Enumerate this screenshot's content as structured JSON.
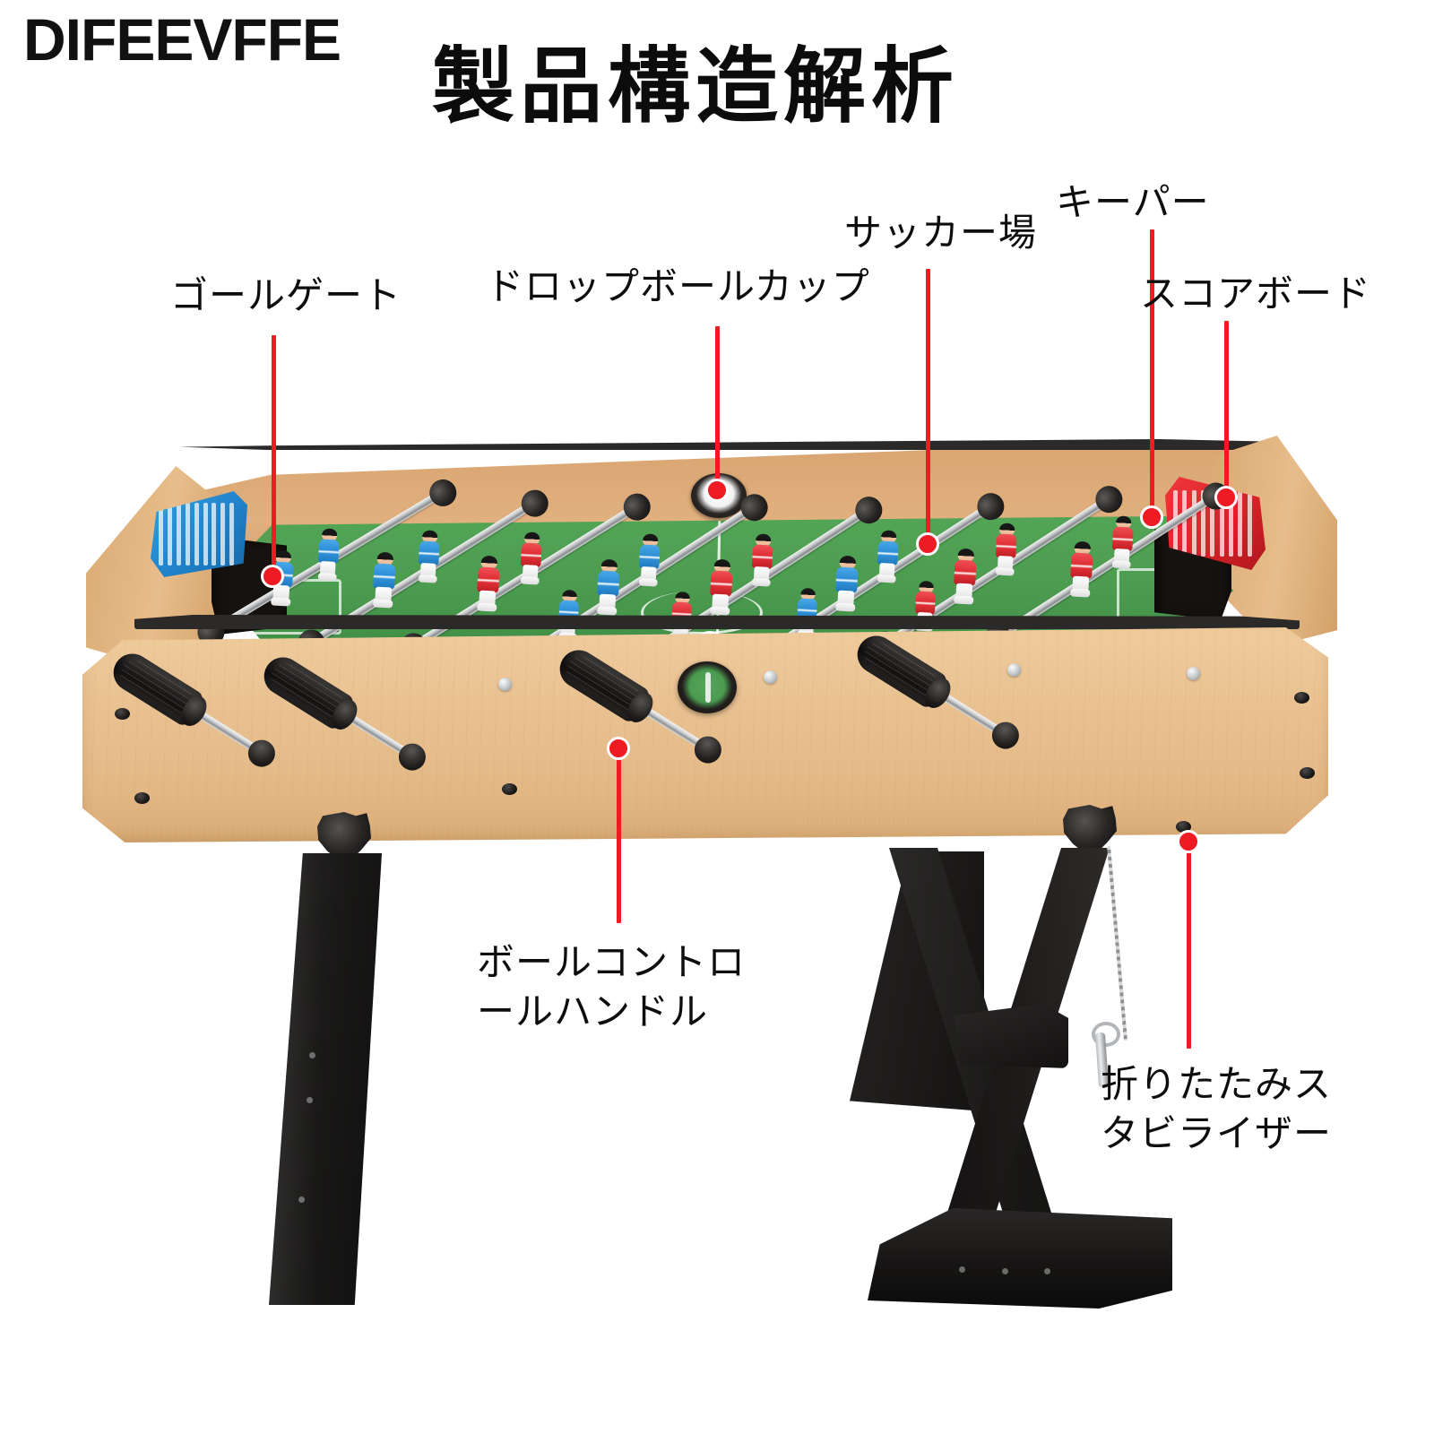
{
  "header": {
    "brand": "DIFEEVFFE",
    "title": "製品構造解析"
  },
  "callouts": [
    {
      "id": "goal-gate",
      "label": "ゴールゲート",
      "target": "goal mouth on left end of cabinet"
    },
    {
      "id": "drop-ball-cup",
      "label": "ドロップボールカップ",
      "target": "ball drop hole on far rail"
    },
    {
      "id": "soccer-field",
      "label": "サッカー場",
      "target": "green playing surface"
    },
    {
      "id": "keeper",
      "label": "キーパー",
      "target": "goalkeeper player figure"
    },
    {
      "id": "scoreboard",
      "label": "スコアボード",
      "target": "red bead scoreboard"
    },
    {
      "id": "ball-control-handle",
      "label": "ボールコントロールハンドル",
      "line1": "ボールコントロ",
      "line2": "ールハンドル",
      "target": "ribbed rod handle on front apron"
    },
    {
      "id": "folding-stabilizer",
      "label": "折りたたみスタビライザー",
      "line1": "折りたたみス",
      "line2": "タビライザー",
      "target": "folding stabilizer chain and pin"
    }
  ],
  "colors": {
    "leader_line": "#ee1b22",
    "marker_dot": "#ee1b22",
    "text": "#0d0d0d",
    "background": "#ffffff",
    "cabinet_wood": "#e9c191",
    "playing_field_green": "#4c9c50",
    "leg_black": "#191817",
    "scoreboard_blue": "#2e8fd6",
    "scoreboard_red": "#d72228",
    "team_blue": "#2e8fd6",
    "team_red": "#de2f35"
  },
  "product": {
    "type": "foosball-table",
    "rod_count": 8,
    "player_teams": [
      "blue",
      "red"
    ],
    "leg_style": [
      "straight-post",
      "x-cross-folding"
    ]
  }
}
